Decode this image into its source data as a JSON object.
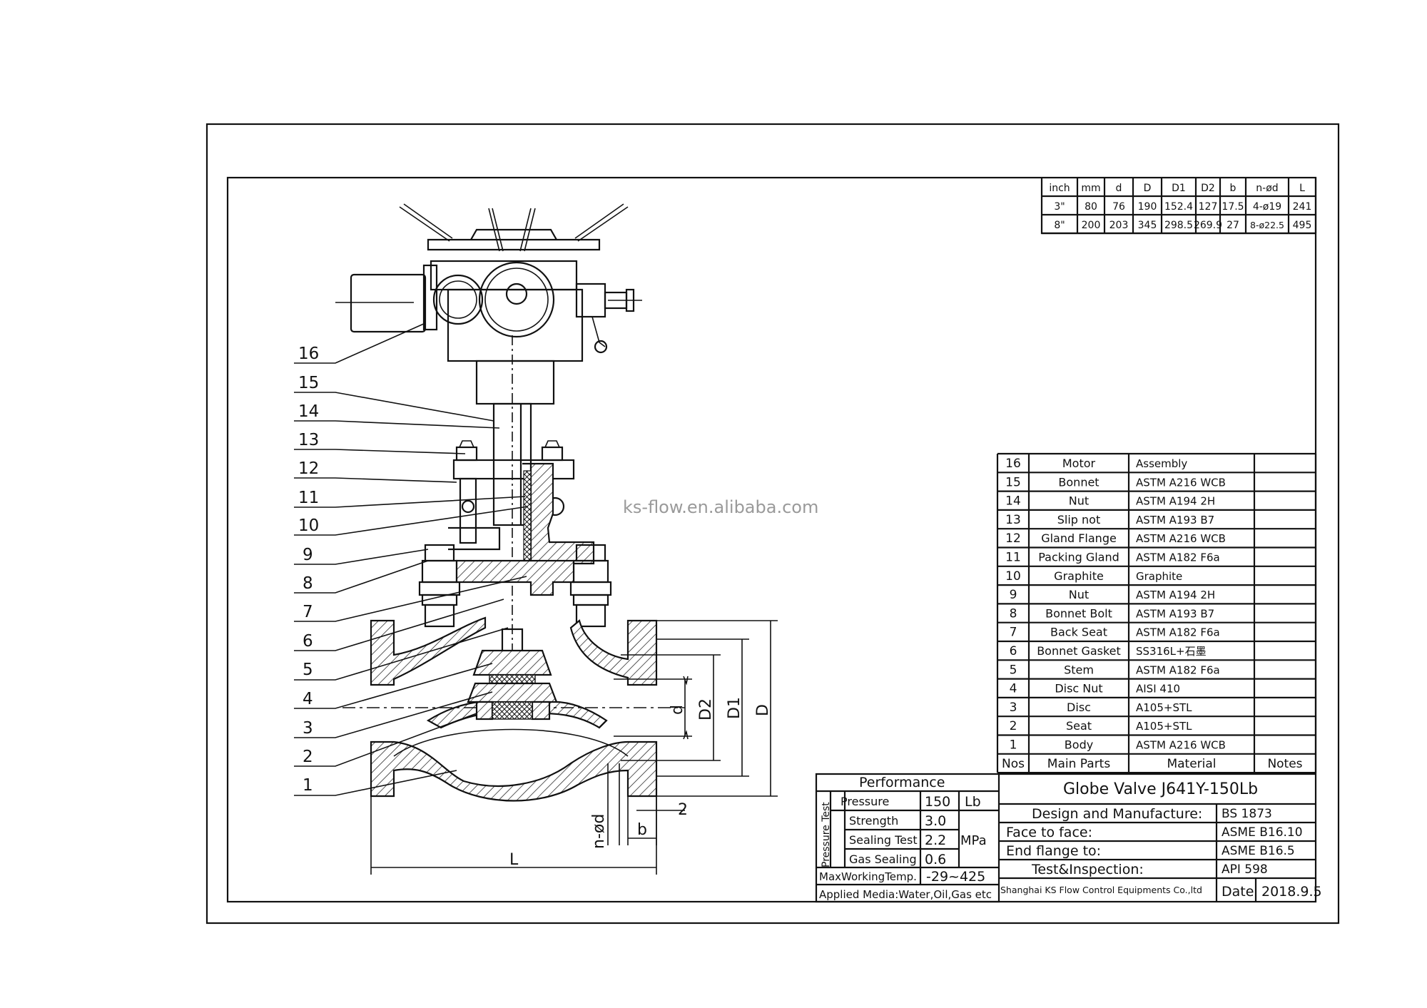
{
  "watermark": "ks-flow.en.alibaba.com",
  "callouts": [
    "16",
    "15",
    "14",
    "13",
    "12",
    "11",
    "10",
    "9",
    "8",
    "7",
    "6",
    "5",
    "4",
    "3",
    "2",
    "1"
  ],
  "dimension_labels": {
    "d": "d",
    "D2": "D2",
    "D1": "D1",
    "D": "D",
    "L": "L",
    "nd": "n-ød",
    "b": "b",
    "two": "2"
  },
  "dim_table": {
    "headers": [
      "inch",
      "mm",
      "d",
      "D",
      "D1",
      "D2",
      "b",
      "n-ød",
      "L"
    ],
    "rows": [
      [
        "3\"",
        "80",
        "76",
        "190",
        "152.4",
        "127",
        "17.5",
        "4-ø19",
        "241"
      ],
      [
        "8\"",
        "200",
        "203",
        "345",
        "298.5",
        "269.9",
        "27",
        "8-ø22.5",
        "495"
      ]
    ]
  },
  "parts_table": {
    "headers": [
      "Nos",
      "Main Parts",
      "Material",
      "Notes"
    ],
    "rows": [
      [
        "16",
        "Motor",
        "Assembly",
        ""
      ],
      [
        "15",
        "Bonnet",
        "ASTM A216 WCB",
        ""
      ],
      [
        "14",
        "Nut",
        "ASTM A194 2H",
        ""
      ],
      [
        "13",
        "Slip not",
        "ASTM A193 B7",
        ""
      ],
      [
        "12",
        "Gland Flange",
        "ASTM A216 WCB",
        ""
      ],
      [
        "11",
        "Packing Gland",
        "ASTM A182 F6a",
        ""
      ],
      [
        "10",
        "Graphite",
        "Graphite",
        ""
      ],
      [
        "9",
        "Nut",
        "ASTM A194 2H",
        ""
      ],
      [
        "8",
        "Bonnet Bolt",
        "ASTM A193 B7",
        ""
      ],
      [
        "7",
        "Back Seat",
        "ASTM A182 F6a",
        ""
      ],
      [
        "6",
        "Bonnet Gasket",
        "SS316L+石墨",
        ""
      ],
      [
        "5",
        "Stem",
        "ASTM A182 F6a",
        ""
      ],
      [
        "4",
        "Disc Nut",
        "AISI 410",
        ""
      ],
      [
        "3",
        "Disc",
        "A105+STL",
        ""
      ],
      [
        "2",
        "Seat",
        "A105+STL",
        ""
      ],
      [
        "1",
        "Body",
        "ASTM A216 WCB",
        ""
      ]
    ]
  },
  "performance": {
    "title": "Performance",
    "pressure_test_label": "Pressure Test",
    "pressure_label": "Pressure",
    "pressure_value": "150",
    "pressure_unit": "Lb",
    "strength_label": "Strength",
    "strength_value": "3.0",
    "sealing_label": "Sealing Test",
    "sealing_value": "2.2",
    "gas_label": "Gas Sealing",
    "gas_value": "0.6",
    "mpa_unit": "MPa",
    "temp_label": "MaxWorkingTemp.",
    "temp_value": "-29~425",
    "media": "Applied Media:Water,Oil,Gas etc"
  },
  "title_block": {
    "title": "Globe Valve J641Y-150Lb",
    "design_label": "Design and Manufacture:",
    "design_value": "BS 1873",
    "face_label": "Face to face:",
    "face_value": "ASME B16.10",
    "flange_label": "End flange to:",
    "flange_value": "ASME B16.5",
    "test_label": "Test&Inspection:",
    "test_value": "API 598",
    "company": "Shanghai KS Flow Control Equipments Co.,ltd",
    "date_label": "Date",
    "date_value": "2018.9.5"
  }
}
